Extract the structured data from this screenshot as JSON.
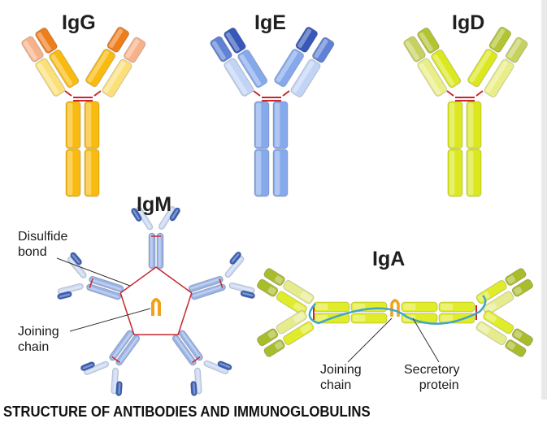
{
  "names": {
    "igg": "IgG",
    "ige": "IgE",
    "igd": "IgD",
    "igm": "IgM",
    "iga": "IgA"
  },
  "annotations": {
    "disulfide": [
      "Disulfide",
      "bond"
    ],
    "joining_igm": [
      "Joining",
      "chain"
    ],
    "joining_iga": [
      "Joining",
      "chain"
    ],
    "secretory": [
      "Secretory",
      "protein"
    ]
  },
  "caption": "STRUCTURE OF ANTIBODIES AND IMMUNOGLOBULINS",
  "colors": {
    "igg": {
      "hvar": "#ee7d1c",
      "h": "#f9bb0f",
      "l": "#fbe07a",
      "lvar": "#f7b28a"
    },
    "ige": {
      "hvar": "#3758b8",
      "h": "#86a9ec",
      "l": "#c2d4f5",
      "lvar": "#5f81d6"
    },
    "igd": {
      "hvar": "#b3c433",
      "h": "#dbe820",
      "l": "#e9ee86",
      "lvar": "#c7d160"
    },
    "igm": {
      "hvar": "#3a5fb5",
      "h": "#98b3e6",
      "l": "#cbd9f3"
    },
    "iga": {
      "hvar": "#a9bc2c",
      "h": "#e0ec2a",
      "l": "#e6ec8d"
    },
    "disulfide": "#c8262e",
    "joining": "#f0a21c",
    "secretory": "#3fa6c9"
  }
}
